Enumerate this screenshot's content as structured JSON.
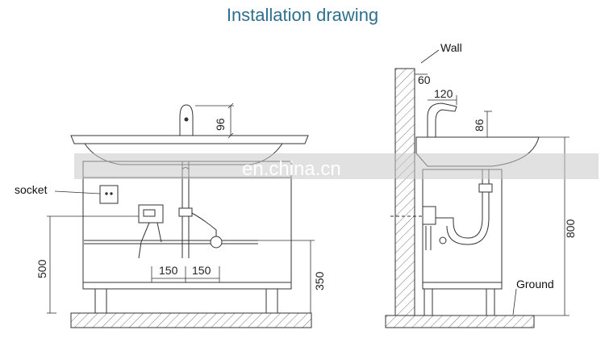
{
  "title": "Installation drawing",
  "front_view": {
    "socket_label": "socket",
    "dim_faucet_height": "96",
    "dim_pipe_left": "150",
    "dim_pipe_right": "150",
    "dim_cabinet_height": "500",
    "dim_socket_height": "350"
  },
  "side_view": {
    "wall_label": "Wall",
    "ground_label": "Ground",
    "dim_wall_gap": "60",
    "dim_spout_reach": "120",
    "dim_faucet_height": "86",
    "dim_basin_height": "800"
  },
  "watermark": "en.china.cn"
}
